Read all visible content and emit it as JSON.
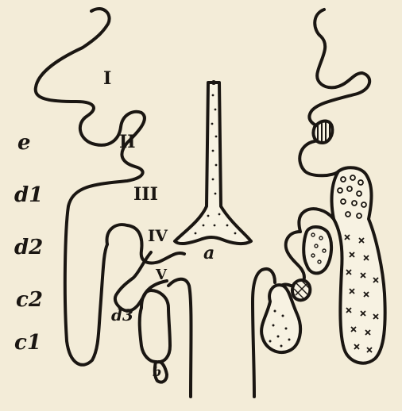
{
  "diagram": {
    "paper_color": "#f3ecd8",
    "ink_color": "#1a1612",
    "side_labels": [
      "e",
      "d1",
      "d2",
      "c2",
      "c1"
    ],
    "roman_labels": [
      "I",
      "II",
      "III",
      "IV",
      "V"
    ],
    "center_labels": [
      "a",
      "d3",
      "b"
    ]
  }
}
